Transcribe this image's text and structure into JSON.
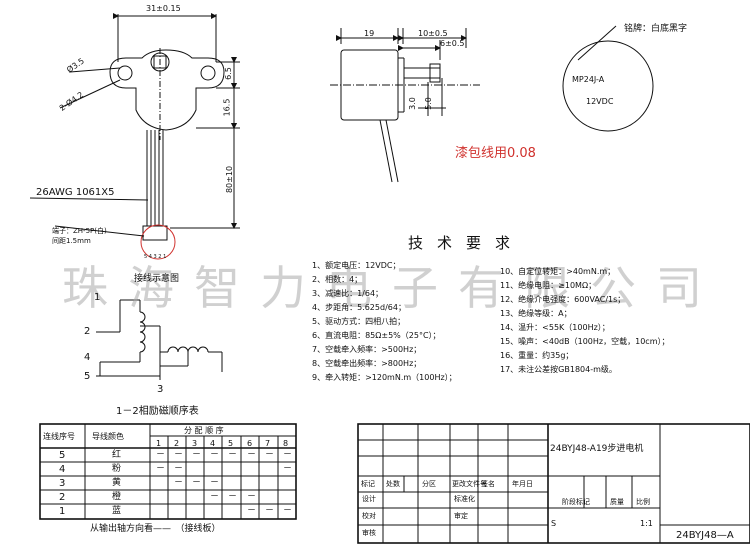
{
  "dims": {
    "width_top": "31±0.15",
    "hole": "Ø3.5",
    "hole2": "2-Ø4.2",
    "d_side": "6.5",
    "d_16": "16.5",
    "d_80": "80±10",
    "wire": "26AWG 1061X5",
    "d19": "19",
    "d10": "10±0.5",
    "d6": "6±0.5",
    "d3": "3.0",
    "d5": "5.0"
  },
  "nameplate": {
    "label": "铭牌：白底黑字",
    "model": "MP24J-A",
    "voltage": "12VDC"
  },
  "enamel_note": "漆包线用0.08",
  "connector": {
    "line1": "端子：ZH-5P(白)",
    "line2": "间距1.5mm",
    "pins": "5 4 3 2 1",
    "caption": "接线示意图"
  },
  "watermark": "珠海智力电子有限公司",
  "requirements": {
    "title": "技术要求",
    "left": [
      "1、额定电压：12VDC；",
      "2、相数：4；",
      "3、减速比：1/64；",
      "4、步距角：5.625d/64；",
      "5、驱动方式：四相八拍；",
      "6、直流电阻：85Ω±5%（25°C）；",
      "7、空载牵入频率：>500Hz；",
      "8、空载牵出频率：>800Hz；",
      "9、牵入转矩：>120mN.m（100Hz）；"
    ],
    "right": [
      "10、自定位转矩：>40mN.m；",
      "11、绝缘电阻：≥10MΩ；",
      "12、绝缘介电强度：600VAC/1s；",
      "13、绝缘等级：A；",
      "14、温升：<55K（100Hz）；",
      "15、噪声：<40dB（100Hz，空载，10cm）；",
      "16、重量：约35g；",
      "17、未注公差按GB1804-m级。"
    ]
  },
  "schematic": {
    "labels": [
      "1",
      "2",
      "4",
      "5",
      "3"
    ],
    "caption": "1－2相励磁顺序表"
  },
  "phase_table": {
    "headers": [
      "连线序号",
      "导线颜色"
    ],
    "group_header": "分 配 顺 序",
    "steps": [
      "1",
      "2",
      "3",
      "4",
      "5",
      "6",
      "7",
      "8"
    ],
    "rows": [
      {
        "no": "5",
        "color": "红",
        "marks": [
          "－",
          "－",
          "－",
          "－",
          "－",
          "－",
          "－",
          "－"
        ]
      },
      {
        "no": "4",
        "color": "粉",
        "marks": [
          "－",
          "－",
          "",
          "",
          "",
          "",
          "",
          "－"
        ]
      },
      {
        "no": "3",
        "color": "黄",
        "marks": [
          "",
          "－",
          "－",
          "－",
          "",
          "",
          "",
          ""
        ]
      },
      {
        "no": "2",
        "color": "橙",
        "marks": [
          "",
          "",
          "",
          "－",
          "－",
          "－",
          "",
          ""
        ]
      },
      {
        "no": "1",
        "color": "蓝",
        "marks": [
          "",
          "",
          "",
          "",
          "",
          "－",
          "－",
          "－"
        ]
      }
    ],
    "footer": "从输出轴方向看——　（接线板）"
  },
  "title_block": {
    "product": "24BYJ48-A19步进电机",
    "r1": [
      "标记",
      "处数",
      "分区",
      "更改文件号",
      "签名",
      "年月日"
    ],
    "design": "设计",
    "standard": "标准化",
    "stage": "阶段标记",
    "weight": "质量",
    "scale_lbl": "比例",
    "check": "校对",
    "audit": "审核",
    "approve": "审定",
    "s": "S",
    "scale": "1:1",
    "code": "24BYJ48—A"
  }
}
